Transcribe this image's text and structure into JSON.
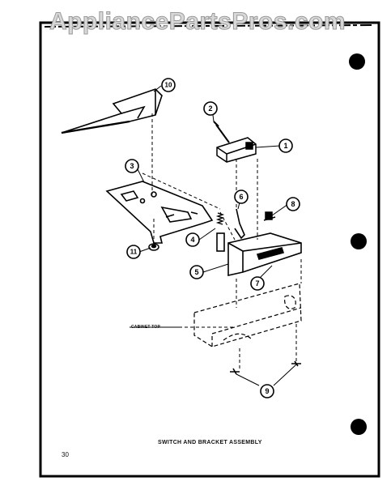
{
  "watermark": "AppliancePartsPros.com",
  "caption": "SWITCH AND BRACKET ASSEMBLY",
  "page_number": "30",
  "cabinet_label": "CABINET TOP",
  "callouts": [
    "1",
    "2",
    "3",
    "4",
    "5",
    "6",
    "7",
    "8",
    "9",
    "10",
    "11"
  ]
}
